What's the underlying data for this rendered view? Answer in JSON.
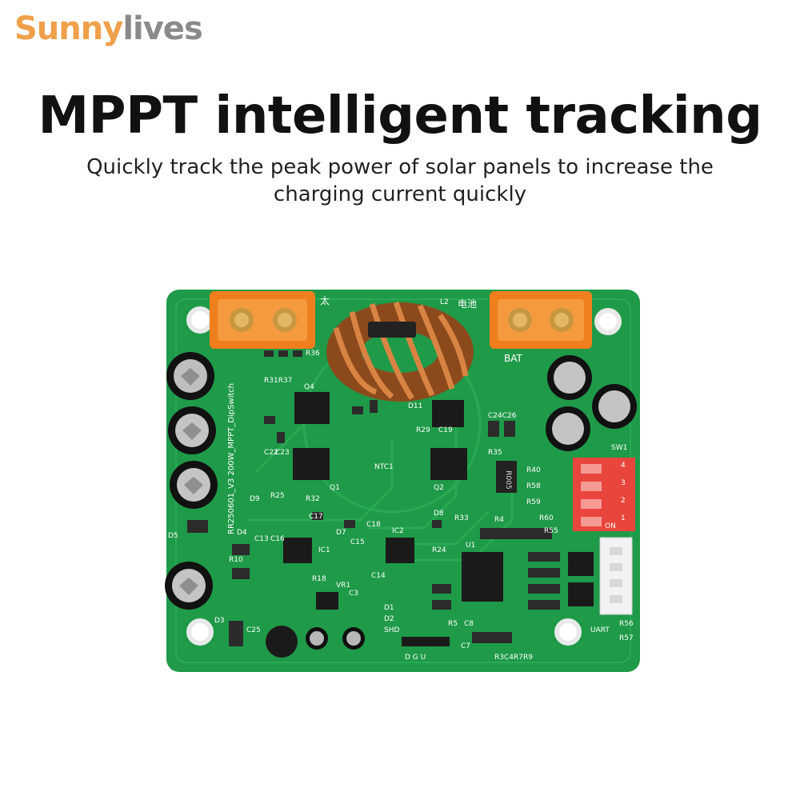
{
  "brand": {
    "part1": "Sunny",
    "part2": "lives"
  },
  "title": "MPPT intelligent tracking",
  "subtitle": "Quickly track the peak power of solar panels to increase the charging current quickly",
  "board": {
    "model_text": "RR250601_V3 200W_MPPT_DipSwitch",
    "bat_label": "BAT",
    "battery_cn": "电池",
    "solar_cn": "太",
    "sw_label": "SW1",
    "sw_on": "ON",
    "sw_nums": [
      "1",
      "2",
      "3",
      "4"
    ],
    "shunt_text": "R005",
    "uart_label": "UART",
    "shd_label": "SHD",
    "pins_label": "D G U",
    "refs": {
      "q1": "Q1",
      "q2": "Q2",
      "q4": "Q4",
      "ic1": "IC1",
      "ic2": "IC2",
      "u1": "U1",
      "c22": "C22",
      "c23": "C23",
      "r25": "R25",
      "r32": "R32",
      "c17": "C17",
      "d8": "D8",
      "r33": "R33",
      "r4": "R4",
      "r24": "R24",
      "ntc1": "NTC1",
      "r40": "R40",
      "r58": "R58",
      "r59": "R59",
      "r60": "R60",
      "r55": "R55",
      "r56": "R56",
      "r57": "R57",
      "c8": "C8",
      "c7": "C7",
      "r3": "R3C4R7R9",
      "d4": "D4",
      "d5": "D5",
      "d3": "D3",
      "d7": "D7",
      "c18": "C18",
      "c15": "C15",
      "c14": "C14",
      "r18": "R18",
      "vr1": "VR1",
      "c3": "C3",
      "d1": "D1",
      "d2": "D2",
      "r5": "R5",
      "c13": "C13",
      "c16": "C16",
      "d9": "D9",
      "c25": "C25",
      "r10": "R10",
      "r37": "R31R37",
      "r36": "R36",
      "l2": "L2",
      "c19": "C19",
      "r35": "R35",
      "c24": "C24C26",
      "d11": "D11",
      "r29": "R29"
    }
  },
  "colors": {
    "pcb": "#1f9a48",
    "pcb_dark": "#157a37",
    "connector": "#ee7f1c",
    "dip": "#e8453c",
    "copper": "#c2702e"
  }
}
